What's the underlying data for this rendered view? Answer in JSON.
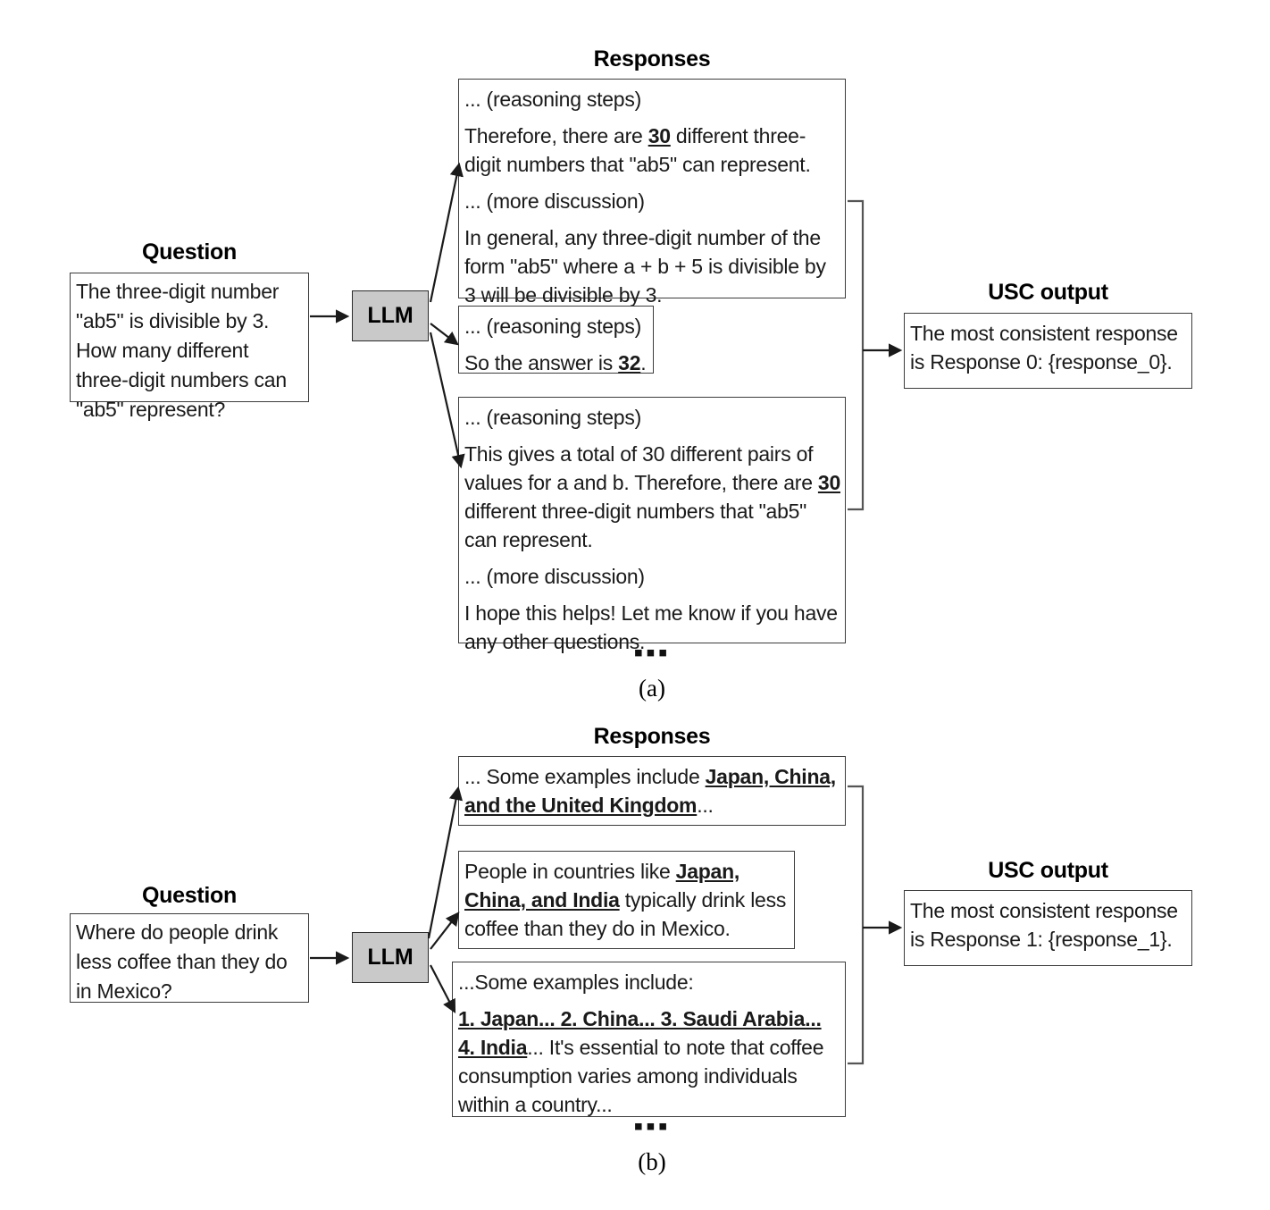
{
  "figure": {
    "panels": [
      {
        "id": "a",
        "caption": "(a)",
        "question_heading": "Question",
        "question_text": "The three-digit number \"ab5\" is divisible by 3. How many different three-digit numbers can \"ab5\" represent?",
        "llm_label": "LLM",
        "responses_heading": "Responses",
        "usc_heading": "USC output",
        "usc_text": "The most consistent response is Response 0: {response_0}.",
        "ellipsis": "▪▪▪",
        "responses": [
          {
            "index": 0,
            "lines": [
              {
                "parts": [
                  {
                    "t": "... (reasoning steps)",
                    "style": "plain"
                  }
                ]
              },
              {
                "parts": [
                  {
                    "t": "Therefore, there are ",
                    "style": "plain"
                  },
                  {
                    "t": "30",
                    "style": "bold-underline"
                  },
                  {
                    "t": " different three-digit numbers that \"ab5\" can represent.",
                    "style": "plain"
                  }
                ]
              },
              {
                "parts": [
                  {
                    "t": "... (more discussion)",
                    "style": "plain"
                  }
                ]
              },
              {
                "parts": [
                  {
                    "t": "In general, any three-digit number of the form \"ab5\" where a + b + 5 is divisible by 3 will be divisible by 3.",
                    "style": "plain"
                  }
                ]
              }
            ]
          },
          {
            "index": 1,
            "lines": [
              {
                "parts": [
                  {
                    "t": "... (reasoning steps)",
                    "style": "plain"
                  }
                ]
              },
              {
                "parts": [
                  {
                    "t": "So the answer is ",
                    "style": "plain"
                  },
                  {
                    "t": "32",
                    "style": "bold-underline"
                  },
                  {
                    "t": ".",
                    "style": "plain"
                  }
                ]
              }
            ]
          },
          {
            "index": 2,
            "lines": [
              {
                "parts": [
                  {
                    "t": "... (reasoning steps)",
                    "style": "plain"
                  }
                ]
              },
              {
                "parts": [
                  {
                    "t": "This gives a total of 30 different pairs of values for a and b. Therefore, there are ",
                    "style": "plain"
                  },
                  {
                    "t": "30",
                    "style": "bold-underline"
                  },
                  {
                    "t": " different three-digit numbers that \"ab5\" can represent.",
                    "style": "plain"
                  }
                ]
              },
              {
                "parts": [
                  {
                    "t": "... (more discussion)",
                    "style": "plain"
                  }
                ]
              },
              {
                "parts": [
                  {
                    "t": "I hope this helps! Let me know if you have any other questions.",
                    "style": "plain"
                  }
                ]
              }
            ]
          }
        ]
      },
      {
        "id": "b",
        "caption": "(b)",
        "question_heading": "Question",
        "question_text": "Where do people drink less coffee than they do in Mexico?",
        "llm_label": "LLM",
        "responses_heading": "Responses",
        "usc_heading": "USC output",
        "usc_text": "The most consistent response is Response 1: {response_1}.",
        "ellipsis": "▪▪▪",
        "responses": [
          {
            "index": 0,
            "lines": [
              {
                "parts": [
                  {
                    "t": "... Some examples include ",
                    "style": "plain"
                  },
                  {
                    "t": "Japan, China, and the United Kingdom",
                    "style": "bold-underline"
                  },
                  {
                    "t": "...",
                    "style": "plain"
                  }
                ]
              }
            ]
          },
          {
            "index": 1,
            "lines": [
              {
                "parts": [
                  {
                    "t": "People in countries like ",
                    "style": "plain"
                  },
                  {
                    "t": "Japan, China, and India",
                    "style": "bold-underline"
                  },
                  {
                    "t": " typically drink less coffee than they do in Mexico.",
                    "style": "plain"
                  }
                ]
              }
            ]
          },
          {
            "index": 2,
            "lines": [
              {
                "parts": [
                  {
                    "t": "...Some examples include:",
                    "style": "plain"
                  }
                ]
              },
              {
                "parts": [
                  {
                    "t": "1. Japan... 2. China... 3. Saudi Arabia... 4. India",
                    "style": "bold-underline"
                  },
                  {
                    "t": "... It's essential to note that coffee consumption varies among individuals within a country...",
                    "style": "plain"
                  }
                ]
              }
            ]
          }
        ]
      }
    ],
    "colors": {
      "llm_fill": "#c9c9c9",
      "box_border": "#3c3c3c",
      "text": "#1a1a1a",
      "arrow": "#1a1a1a",
      "background": "#ffffff"
    }
  }
}
